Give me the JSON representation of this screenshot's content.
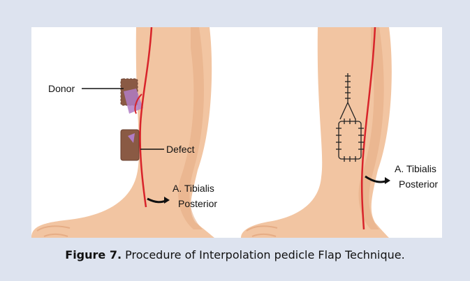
{
  "figure": {
    "labels": {
      "donor": "Donor",
      "defect": "Defect",
      "artery_left_line1": "A. Tibialis",
      "artery_left_line2": "Posterior",
      "artery_right_line1": "A. Tibialis",
      "artery_right_line2": "Posterior"
    },
    "colors": {
      "skin": "#f2c5a2",
      "skin_shade": "#e6ad86",
      "artery": "#d8232a",
      "flap": "#8a5a44",
      "flap_highlight": "#b07cc4",
      "panel_bg": "#dde3ef"
    }
  },
  "caption": {
    "label": "Figure 7.",
    "text": " Procedure of Interpolation pedicle Flap Technique."
  }
}
